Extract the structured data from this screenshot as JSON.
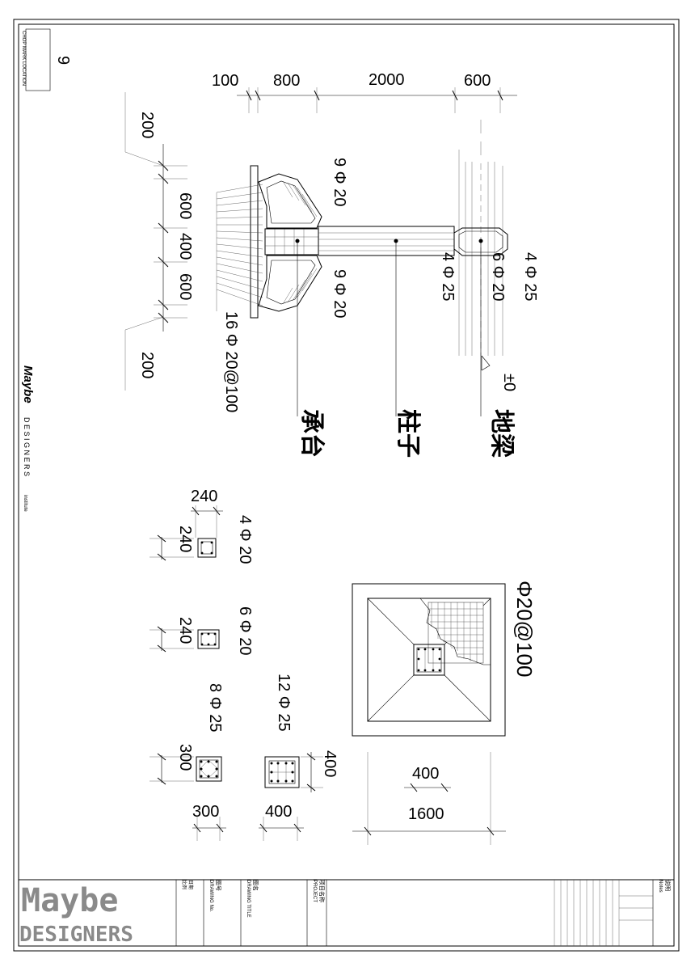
{
  "sheet": {
    "number": "9",
    "corner_tag": "CHOP MARK LOCATION"
  },
  "elevation": {
    "top_dims": [
      "100",
      "800",
      "2000",
      "600"
    ],
    "left_dims": [
      "200",
      "600",
      "400",
      "600",
      "200"
    ],
    "rebar_labels": [
      "9 Φ 20",
      "9 Φ 20",
      "4 Φ 25",
      "6 Φ 20",
      "4 Φ 25",
      "16 Φ 20@100"
    ],
    "grade_mark": "±0",
    "members": [
      "承台",
      "柱子",
      "地梁"
    ]
  },
  "sections": [
    {
      "label": "4 Φ 20",
      "dims": [
        "240",
        "240"
      ]
    },
    {
      "label": "6 Φ 20",
      "dims": [
        "240"
      ]
    },
    {
      "label": "8 Φ 25",
      "dims": [
        "300",
        "300"
      ]
    },
    {
      "label": "12 Φ 25",
      "dims": [
        "400",
        "400"
      ]
    }
  ],
  "plan": {
    "mesh_label": "Φ20@100",
    "dims": [
      "400",
      "1600"
    ]
  },
  "brand": {
    "vertical_name": "Maybe",
    "vertical_sub": "D E S I G N E R S",
    "vertical_tail": "institute",
    "name": "Maybe",
    "sub": "DESIGNERS"
  },
  "title_block": {
    "drawing_no_label": "DRAWING No.",
    "drawing_no_cn": "图号",
    "drawing_title_label": "DRAWING TITLE",
    "drawing_title_cn": "图名",
    "project_label": "PROJECT",
    "project_cn": "项目名称",
    "scale_cn": "比例",
    "date_cn": "日期",
    "notes_label": "Notes",
    "notes_cn": "说明"
  },
  "colors": {
    "ink": "#000000",
    "brand_gray": "#8a8a8a"
  }
}
